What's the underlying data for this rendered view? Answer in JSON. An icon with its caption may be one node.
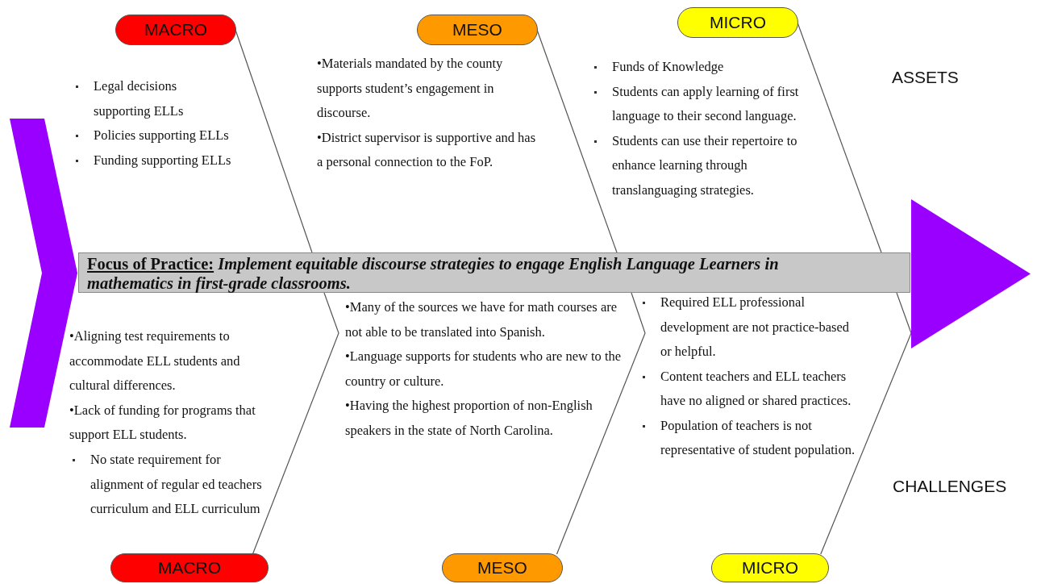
{
  "diagram": {
    "nodes": [
      {
        "text": [],
        "shape": "chevron"
      },
      {
        "text": [
          "MACRO"
        ]
      },
      {
        "text": [
          "MESO"
        ]
      },
      {
        "text": [
          "MICRO"
        ]
      },
      {
        "text": [
          "Focus of Practice:",
          "Implement equitable discourse strategies to engage English Language Learners in mathematics in first-grade classrooms."
        ]
      },
      {
        "text": [
          "MACRO"
        ]
      },
      {
        "text": [
          "MESO"
        ]
      },
      {
        "text": [
          "MICRO"
        ]
      },
      {
        "text": [],
        "shape": "triangle"
      }
    ],
    "edges": [
      {
        "from": 1,
        "to": 4,
        "arrow": "none"
      },
      {
        "from": 2,
        "to": 4,
        "arrow": "none"
      },
      {
        "from": 3,
        "to": 4,
        "arrow": "none"
      },
      {
        "from": 5,
        "to": 4,
        "arrow": "none"
      },
      {
        "from": 6,
        "to": 4,
        "arrow": "none"
      },
      {
        "from": 7,
        "to": 4,
        "arrow": "none"
      }
    ],
    "labels": [
      "Legal decisions supporting ELLs",
      "Policies supporting ELLs",
      "Funding supporting ELLs",
      "•Materials mandated by the county supports student’s engagement in discourse.",
      "•District supervisor is supportive and has a personal connection to the FoP.",
      "Funds of Knowledge",
      "Students can apply learning of first language to their second language.",
      "Students can use their repertoire to enhance learning through translanguaging strategies.",
      "ASSETS",
      "•Aligning test requirements to accommodate ELL students and cultural differences.",
      "•Lack of funding for programs that support ELL students.",
      "No state requirement for alignment of regular ed teachers curriculum and ELL curriculum",
      "•Many of the sources we have for math courses are not able to be translated into Spanish.",
      "•Language supports for students who are new to the country or culture.",
      "•Having the highest proportion of non-English speakers in the state of North Carolina.",
      "Required ELL professional development are not practice-based or helpful.",
      "Content teachers and ELL teachers have no aligned or shared practices.",
      "Population of teachers is not representative of student population.",
      "CHALLENGES"
    ]
  }
}
